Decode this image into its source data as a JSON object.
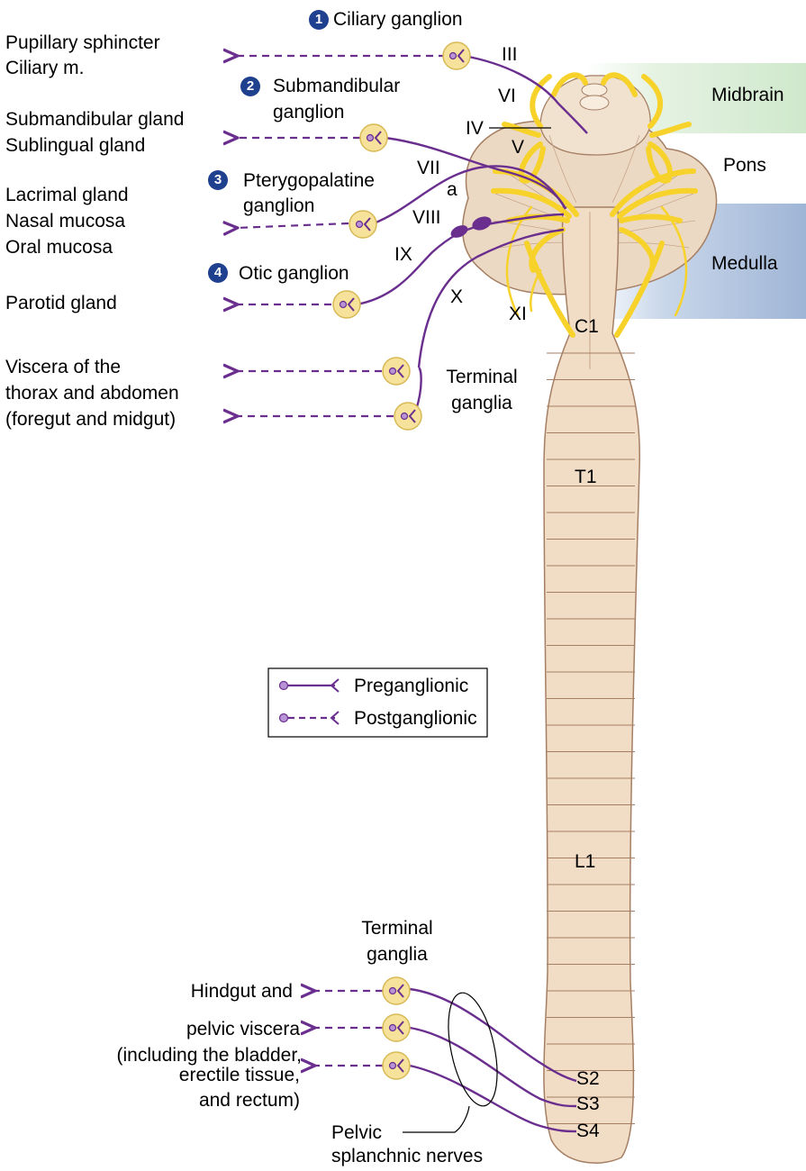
{
  "colors": {
    "nerve": "#6a2f8e",
    "ganglion_fill": "#f6e29a",
    "ganglion_stroke": "#d7b955",
    "cord_fill": "#f1dcc6",
    "cord_stroke": "#a57f63",
    "cranial_nerve": "#f7d22a",
    "midbrain_band": "#dcefd9",
    "medulla_band": "#a9bfdc",
    "badge": "#1f3f8f"
  },
  "regions": {
    "midbrain": "Midbrain",
    "pons": "Pons",
    "medulla": "Medulla"
  },
  "ganglia": [
    {
      "number": "1",
      "name": "Ciliary ganglion"
    },
    {
      "number": "2",
      "name_line1": "Submandibular",
      "name_line2": "ganglion"
    },
    {
      "number": "3",
      "name_line1": "Pterygopalatine",
      "name_line2": "ganglion"
    },
    {
      "number": "4",
      "name": "Otic ganglion"
    }
  ],
  "targets": {
    "ciliary": [
      "Pupillary sphincter",
      "Ciliary m."
    ],
    "submandibular": [
      "Submandibular gland",
      "Sublingual gland"
    ],
    "pterygopalatine": [
      "Lacrimal gland",
      "Nasal mucosa",
      "Oral mucosa"
    ],
    "otic": [
      "Parotid gland"
    ],
    "vagal": [
      "Viscera of the",
      "thorax and abdomen",
      "(foregut and midgut)"
    ],
    "pelvic": [
      "Hindgut and",
      "pelvic viscera",
      "(including the bladder,",
      "erectile tissue,",
      "and rectum)"
    ]
  },
  "terminal_ganglia_label": [
    "Terminal",
    "ganglia"
  ],
  "cranial_nerves": {
    "III": "III",
    "IV": "IV",
    "V": "V",
    "VI": "VI",
    "VII": "VII",
    "a": "a",
    "VIII": "VIII",
    "IX": "IX",
    "X": "X",
    "XI": "XI"
  },
  "spinal_levels": {
    "C1": "C1",
    "T1": "T1",
    "L1": "L1",
    "S2": "S2",
    "S3": "S3",
    "S4": "S4"
  },
  "pelvic_splanchnic_label": [
    "Pelvic",
    "splanchnic nerves"
  ],
  "legend": {
    "preganglionic": "Preganglionic",
    "postganglionic": "Postganglionic"
  }
}
